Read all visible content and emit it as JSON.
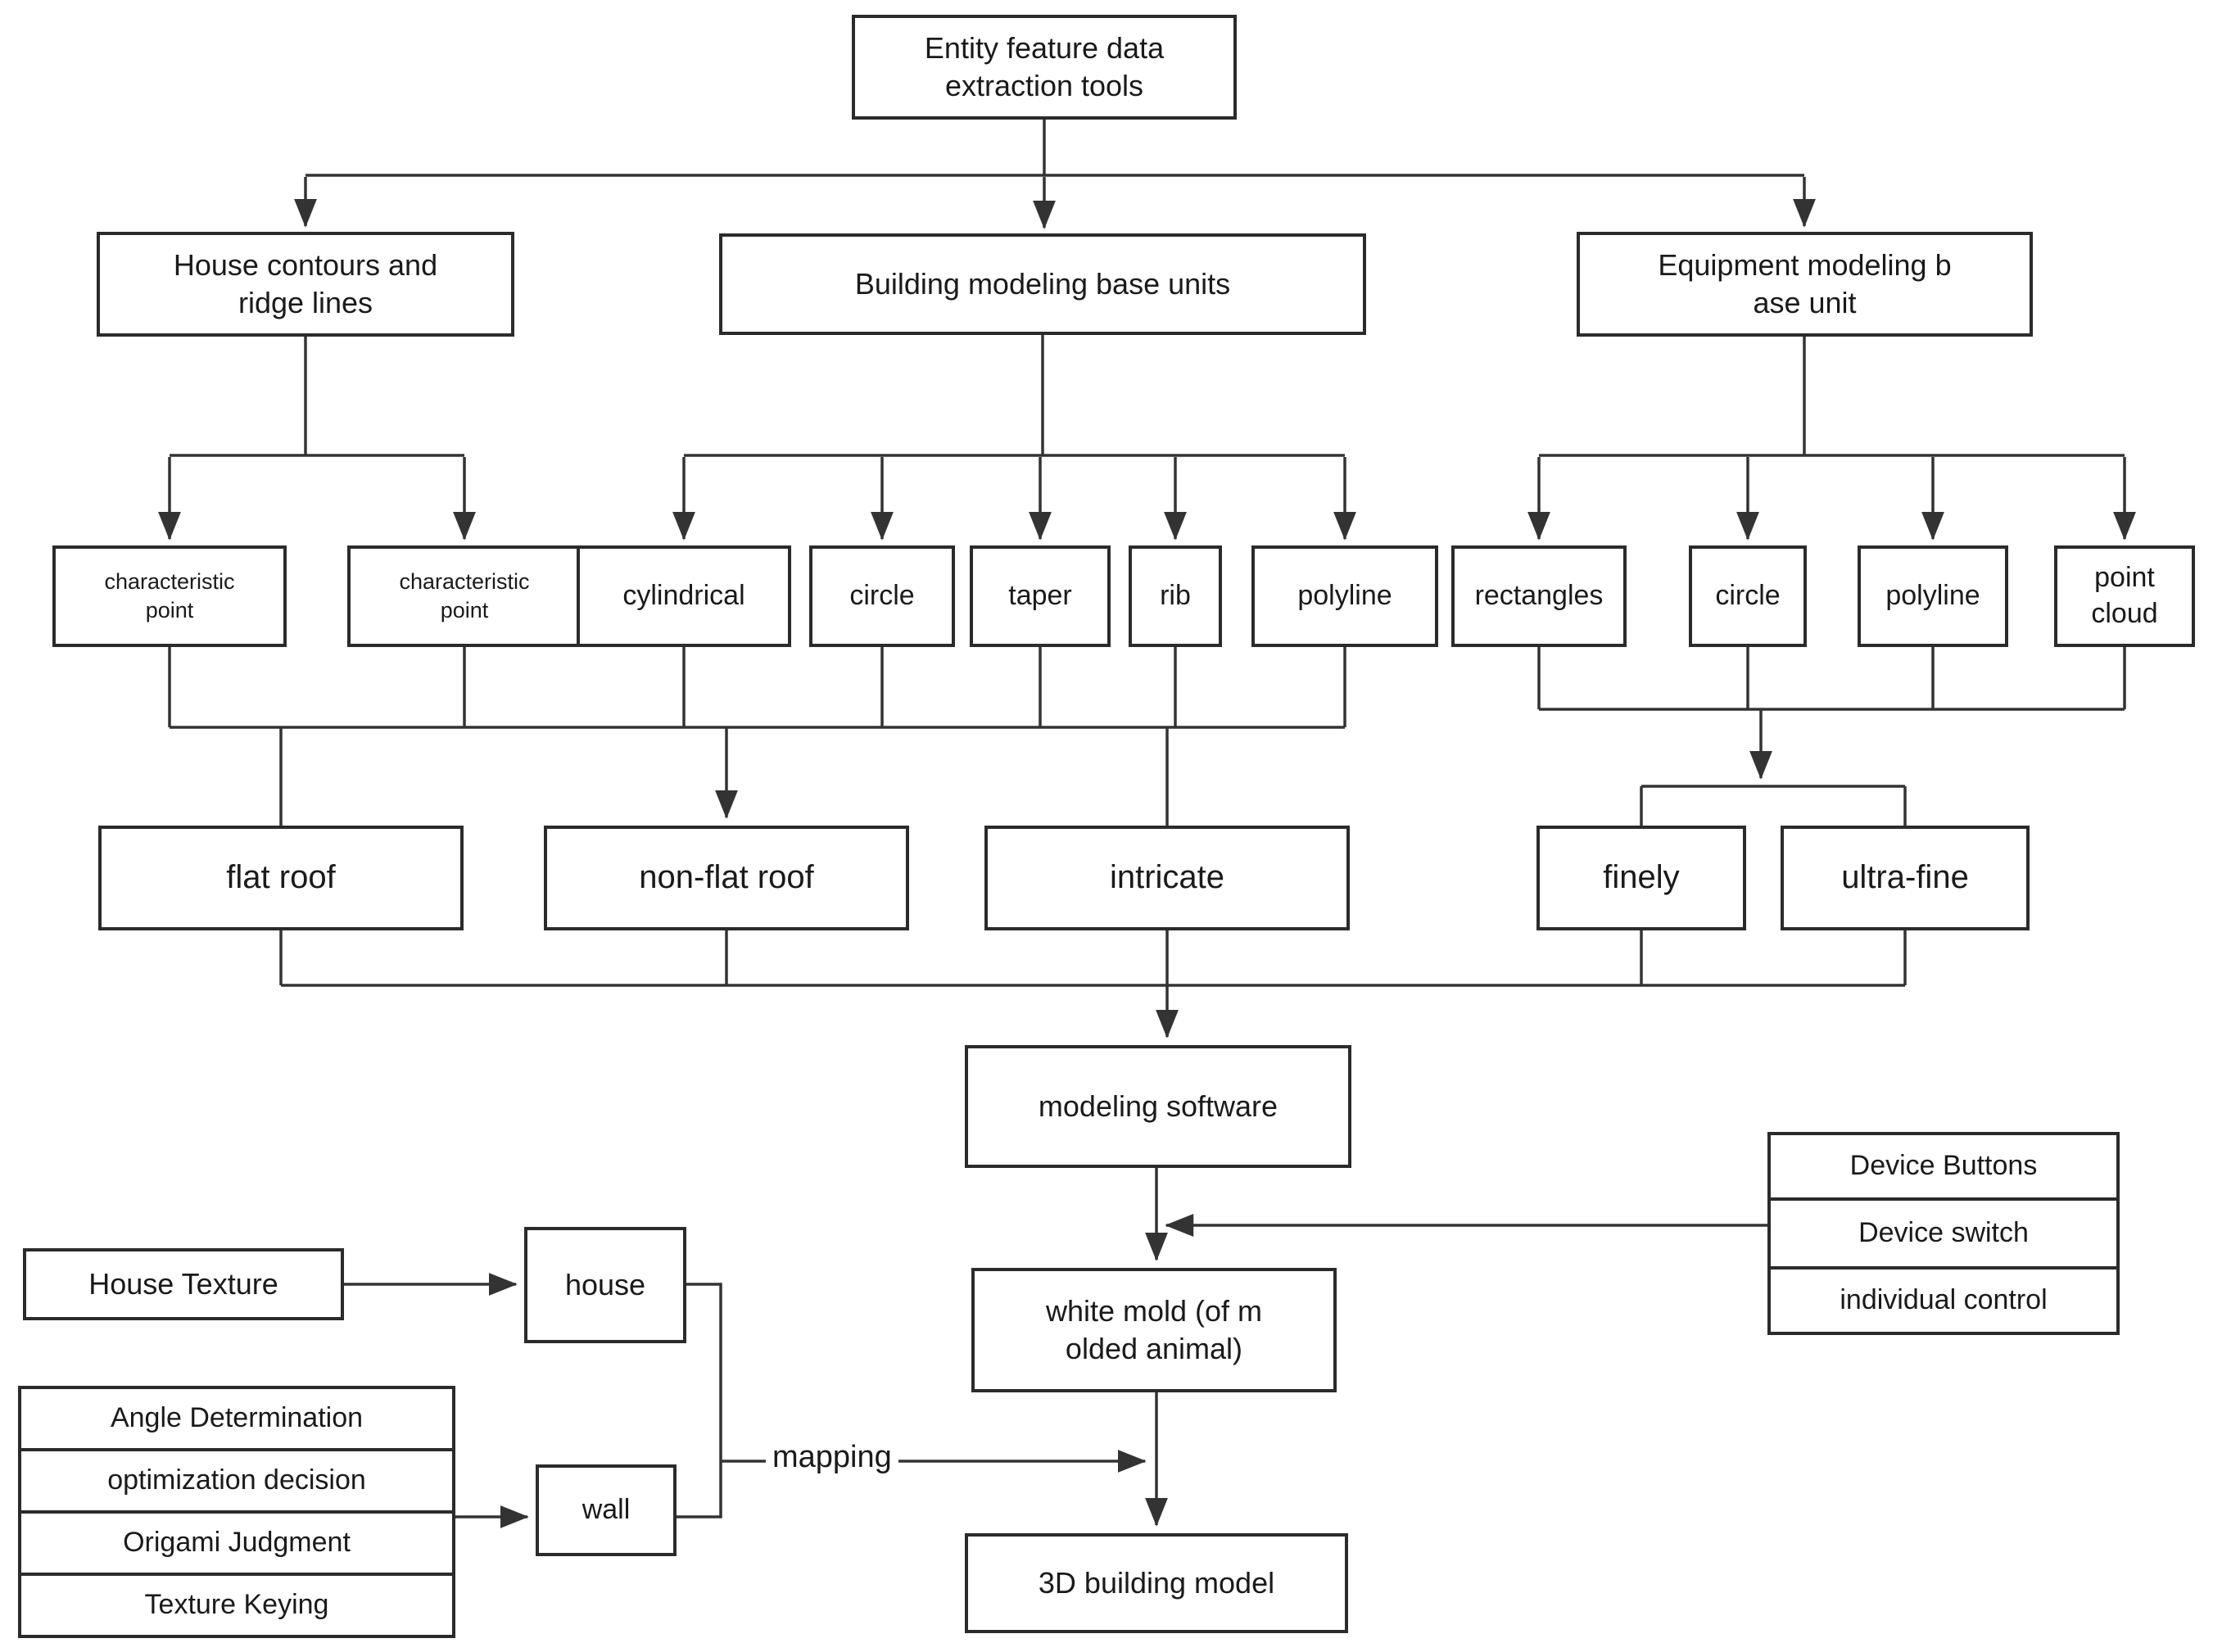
{
  "diagram": {
    "nodes": {
      "root": "Entity feature data\nextraction tools",
      "house_contours": "House contours and\nridge lines",
      "building_units": "Building modeling base units",
      "equipment_unit": "Equipment modeling b\nase unit",
      "char_point_1": "characteristic\npoint",
      "char_point_2": "characteristic\npoint",
      "cylindrical": "cylindrical",
      "circle_building": "circle",
      "taper": "taper",
      "rib": "rib",
      "polyline_building": "polyline",
      "rectangles": "rectangles",
      "circle_equipment": "circle",
      "polyline_equipment": "polyline",
      "point_cloud": "point\ncloud",
      "flat_roof": "flat roof",
      "non_flat_roof": "non-flat roof",
      "intricate": "intricate",
      "finely": "finely",
      "ultra_fine": "ultra-fine",
      "modeling_software": "modeling software",
      "white_mold": "white mold (of m\nolded animal)",
      "building_model_3d": "3D building model",
      "house_texture": "House Texture",
      "house": "house",
      "angle_determination": "Angle Determination",
      "optimization_decision": "optimization decision",
      "origami_judgment": "Origami Judgment",
      "texture_keying": "Texture Keying",
      "wall": "wall",
      "device_buttons": "Device Buttons",
      "device_switch": "Device switch",
      "individual_control": "individual control"
    },
    "labels": {
      "mapping": "mapping"
    },
    "colors": {
      "box_border": "#2b2b2b",
      "line": "#333333",
      "text": "#1a1a1a",
      "background": "#ffffff"
    }
  }
}
